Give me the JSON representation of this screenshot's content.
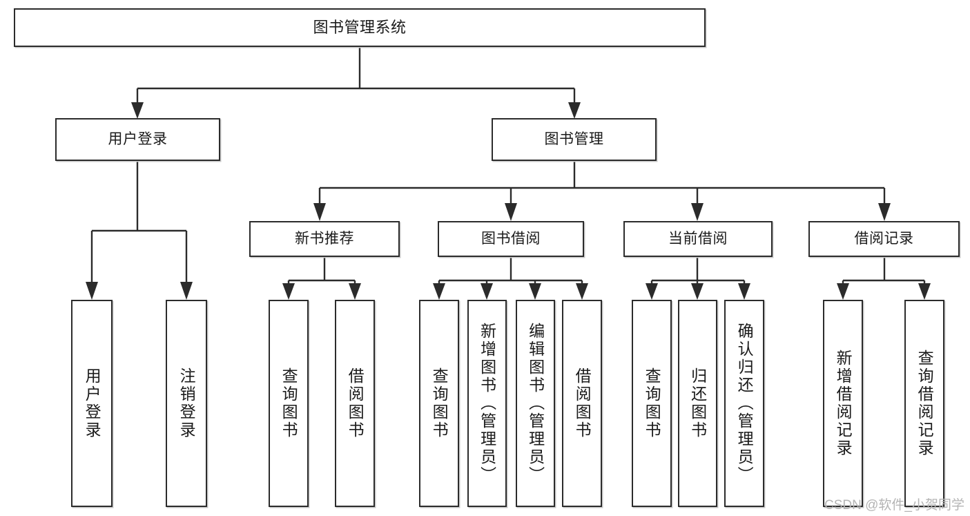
{
  "diagram": {
    "title": "图书管理系统",
    "type": "tree",
    "background_color": "#ffffff",
    "line_color": "#2b2b2b",
    "box_border_color": "#2b2b2b",
    "box_fill_color": "#ffffff",
    "text_color": "#1a1a1a"
  },
  "nodes": {
    "root": {
      "label": "图书管理系统",
      "level": 1
    },
    "level2": [
      {
        "id": "user_login",
        "label": "用户登录"
      },
      {
        "id": "book_manage",
        "label": "图书管理"
      }
    ],
    "level3": [
      {
        "id": "new_book_rec",
        "label": "新书推荐"
      },
      {
        "id": "book_borrow",
        "label": "图书借阅"
      },
      {
        "id": "current_borrow",
        "label": "当前借阅"
      },
      {
        "id": "borrow_record",
        "label": "借阅记录"
      }
    ],
    "leaves": {
      "user_login": [
        {
          "id": "leaf_user_login",
          "label": "用户登录"
        },
        {
          "id": "leaf_user_logout",
          "label": "注销登录"
        }
      ],
      "new_book_rec": [
        {
          "id": "leaf_query_book_1",
          "label": "查询图书"
        },
        {
          "id": "leaf_borrow_book_1",
          "label": "借阅图书"
        }
      ],
      "book_borrow": [
        {
          "id": "leaf_query_book_2",
          "label": "查询图书"
        },
        {
          "id": "leaf_add_book",
          "label": "新增图书（管理员）"
        },
        {
          "id": "leaf_edit_book",
          "label": "编辑图书（管理员）"
        },
        {
          "id": "leaf_borrow_book_2",
          "label": "借阅图书"
        }
      ],
      "current_borrow": [
        {
          "id": "leaf_query_book_3",
          "label": "查询图书"
        },
        {
          "id": "leaf_return_book",
          "label": "归还图书"
        },
        {
          "id": "leaf_confirm_return",
          "label": "确认归还（管理员）"
        }
      ],
      "borrow_record": [
        {
          "id": "leaf_add_record",
          "label": "新增借阅记录"
        },
        {
          "id": "leaf_query_record",
          "label": "查询借阅记录"
        }
      ]
    }
  },
  "watermark": {
    "text": "CSDN @软件_小贺同学",
    "color": "#b4b4b4"
  }
}
